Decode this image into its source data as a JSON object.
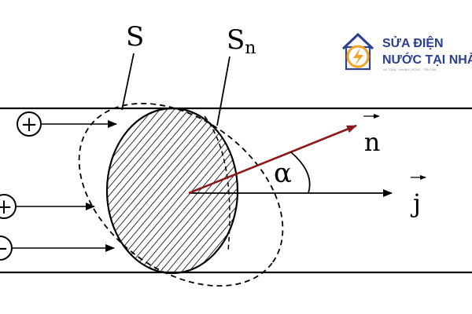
{
  "diagram": {
    "labels": {
      "surface": "S",
      "normal_surface": "S",
      "normal_surface_sub": "n",
      "normal_vector": "n",
      "current_density": "j",
      "angle": "α"
    },
    "charges": [
      "+",
      "+",
      "−"
    ]
  },
  "brand": {
    "line1": "SỬA ĐIỆN",
    "line2": "NƯỚC TẠI NHÀ",
    "tagline": "AN TOÀN · NHANH CHÓNG · TẬN TÂM"
  },
  "colors": {
    "normal_vector": "#8b1a1a",
    "brand_blue": "#2b3f8f",
    "brand_orange": "#f4a12a"
  }
}
